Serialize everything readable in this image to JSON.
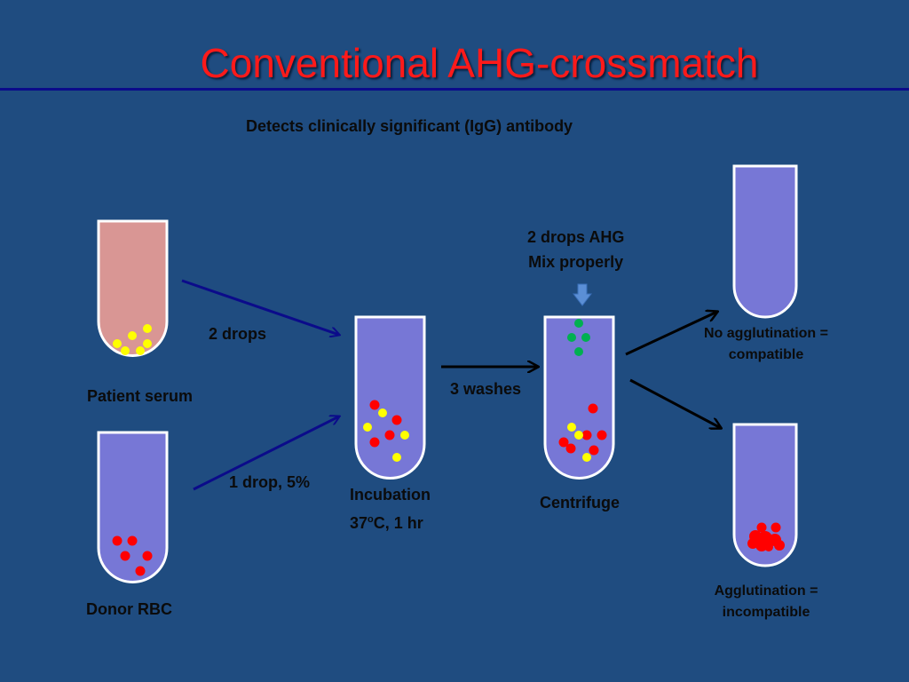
{
  "title": "Conventional AHG-crossmatch",
  "subtitle": "Detects clinically significant (IgG) antibody",
  "labels": {
    "patient_serum": "Patient serum",
    "donor_rbc": "Donor RBC",
    "two_drops": "2 drops",
    "one_drop": "1 drop, 5%",
    "incubation_line1": "Incubation",
    "incubation_line2_prefix": "37",
    "incubation_line2_sup": "o",
    "incubation_line2_suffix": "C, 1 hr",
    "three_washes": "3 washes",
    "ahg_line1": "2 drops AHG",
    "ahg_line2": "Mix properly",
    "centrifuge": "Centrifuge",
    "no_agglutination_line1": "No agglutination =",
    "no_agglutination_line2": "compatible",
    "agglutination_line1": "Agglutination =",
    "agglutination_line2": "incompatible"
  },
  "colors": {
    "background": "#1f4c80",
    "title": "#ff1a1a",
    "serum": "#d99694",
    "tube_fill": "#7777d6",
    "rbc": "#ff0000",
    "antibody": "#ffff00",
    "ahg": "#00b050",
    "arrow_blue": "#0b0b8a",
    "arrow_black": "#000000"
  }
}
